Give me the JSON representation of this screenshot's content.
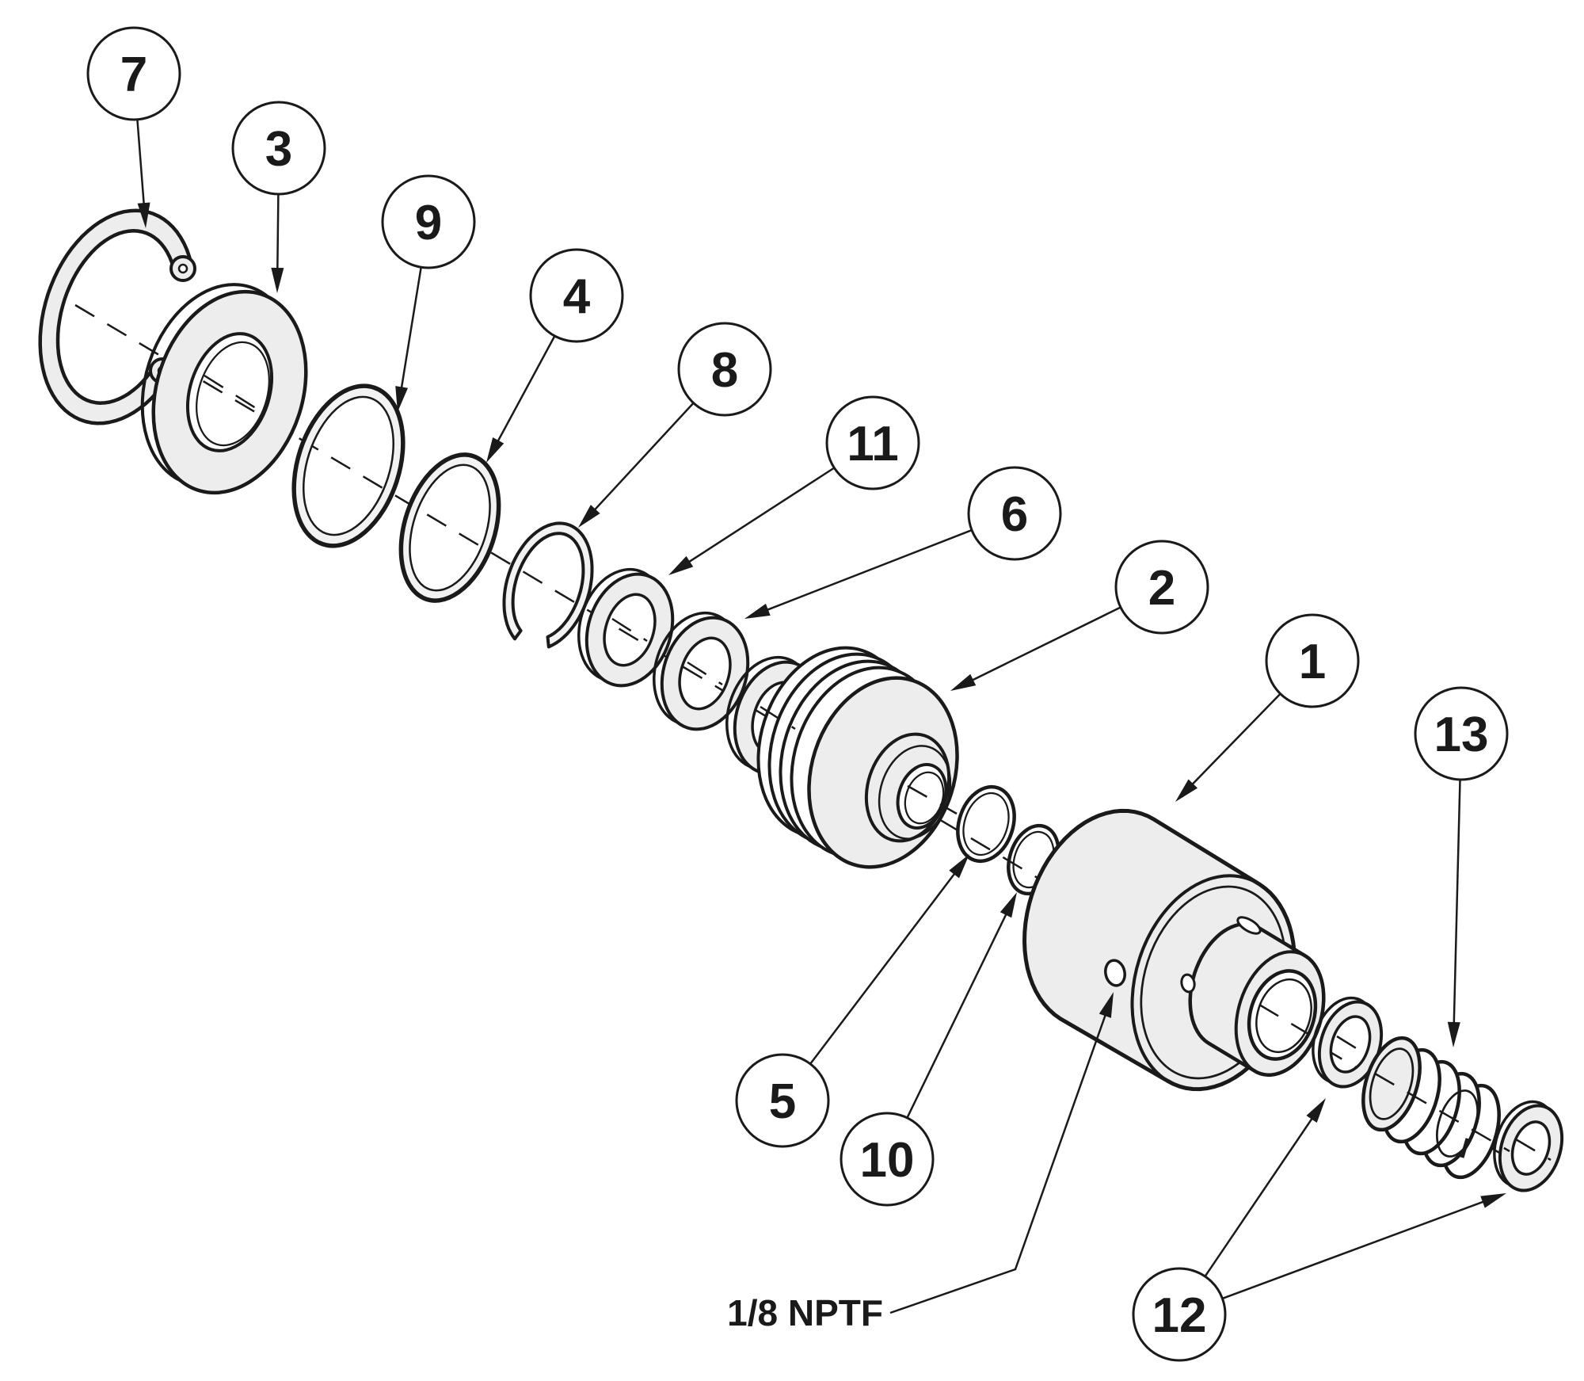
{
  "diagram": {
    "kind": "exploded-assembly-parts-diagram",
    "balloons": [
      {
        "label": "7"
      },
      {
        "label": "3"
      },
      {
        "label": "9"
      },
      {
        "label": "4"
      },
      {
        "label": "8"
      },
      {
        "label": "11"
      },
      {
        "label": "6"
      },
      {
        "label": "2"
      },
      {
        "label": "1"
      },
      {
        "label": "13"
      },
      {
        "label": "5"
      },
      {
        "label": "10"
      },
      {
        "label": "12"
      }
    ],
    "port": {
      "label": "1/8 NPTF"
    },
    "colors": {
      "line": "#1a1a1a",
      "part_fill": "#ededed",
      "ring_fill": "#f2f2f2",
      "background": "#ffffff"
    }
  }
}
